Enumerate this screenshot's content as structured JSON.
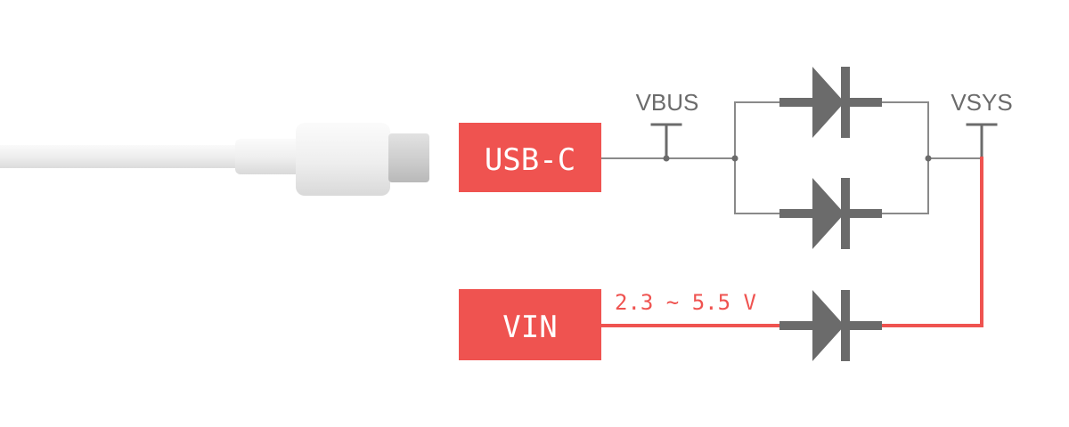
{
  "boxes": {
    "usb_c": "USB-C",
    "vin": "VIN"
  },
  "labels": {
    "vbus": "VBUS",
    "vsys": "VSYS",
    "vin_range": "2.3 ~ 5.5 V"
  },
  "colors": {
    "accent_red": "#ef5350",
    "wire_gray": "#8a8a8a",
    "diode_gray": "#6b6b6b",
    "label_gray": "#6b6b6b",
    "cable_white": "#f1f1f1",
    "plug_metal": "#d0d0d0"
  },
  "icons": {
    "cable": "usb-c-cable-icon",
    "diode": "diode-symbol"
  }
}
